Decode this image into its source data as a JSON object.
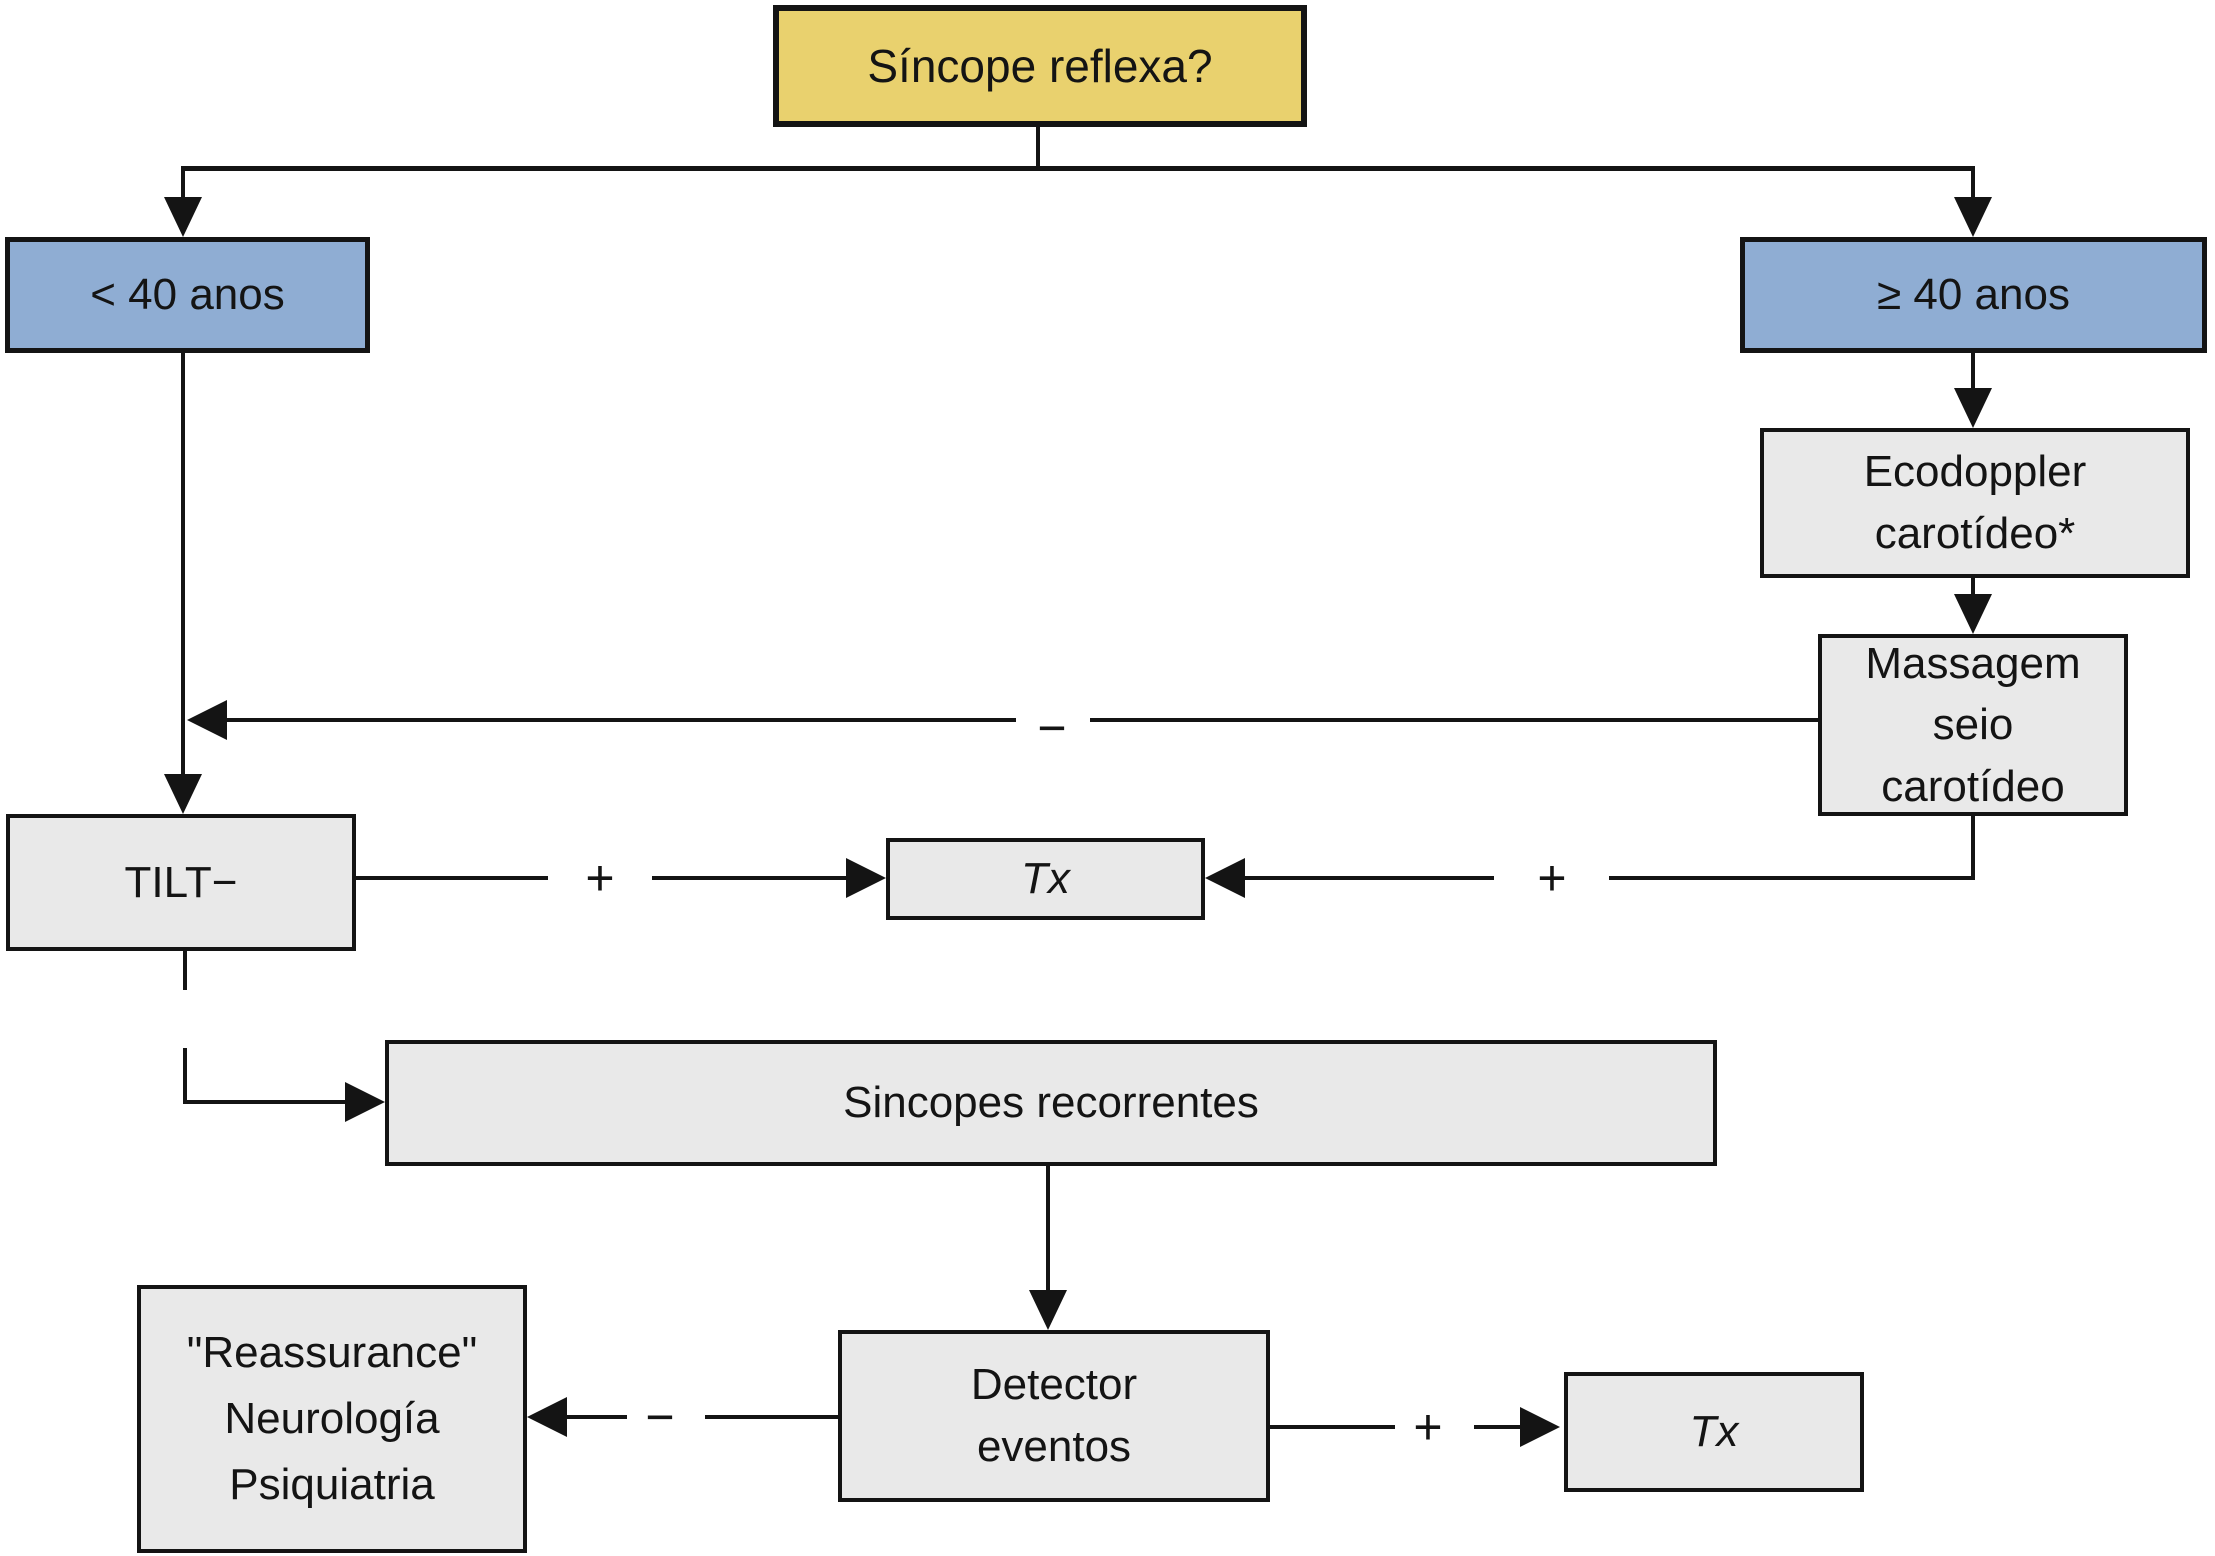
{
  "figure": "reflex-syncope-decision-flowchart",
  "nodes": {
    "root": {
      "label": "Síncope reflexa?"
    },
    "under40": {
      "label": "< 40 anos"
    },
    "over40": {
      "label": "≥ 40 anos"
    },
    "ecodoppler": {
      "lines": [
        "Ecodoppler",
        "carotídeo*"
      ]
    },
    "massagem": {
      "lines": [
        "Massagem",
        "seio",
        "carotídeo"
      ]
    },
    "tilt": {
      "label": "TILT−"
    },
    "tx_center": {
      "label": "Tx"
    },
    "sincopes": {
      "label": "Sincopes recorrentes"
    },
    "detector": {
      "lines": [
        "Detector",
        "eventos"
      ]
    },
    "reassurance": {
      "lines": [
        "\"Reassurance\"",
        "Neurología",
        "Psiquiatria"
      ]
    },
    "tx_right": {
      "label": "Tx"
    }
  },
  "edge_labels": {
    "massagem_negative": "−",
    "tilt_positive": "+",
    "massagem_positive": "+",
    "detector_negative": "−",
    "detector_positive": "+"
  },
  "colors": {
    "yellow": "#e9d16e",
    "blue": "#8fadd3",
    "gray": "#e9e9e9",
    "line": "#141414"
  }
}
